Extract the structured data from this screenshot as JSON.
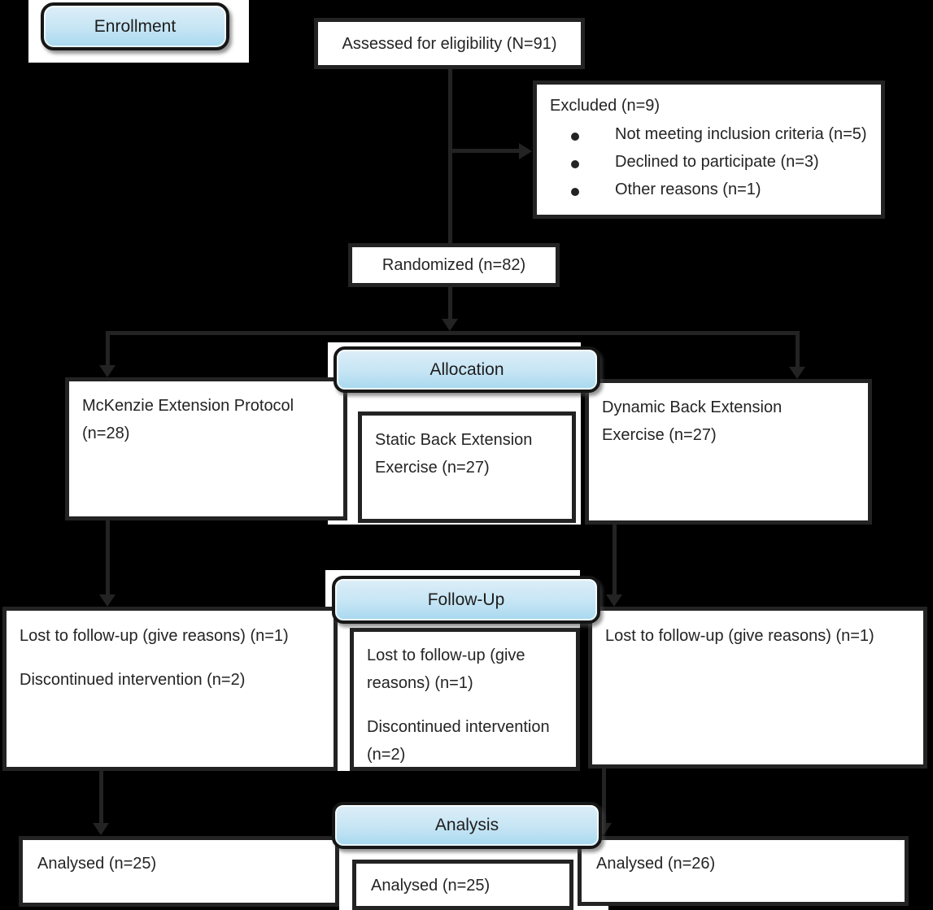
{
  "stages": {
    "enrollment": "Enrollment",
    "allocation": "Allocation",
    "followup": "Follow-Up",
    "analysis": "Analysis"
  },
  "enrollment": {
    "assessed": "Assessed for eligibility (N=91)",
    "excluded_title": "Excluded (n=9)",
    "excluded_bullets": [
      "Not meeting inclusion criteria (n=5)",
      "Declined to participate (n=3)",
      "Other reasons (n=1)"
    ],
    "randomized": "Randomized (n=82)"
  },
  "allocation": {
    "left_arm": "McKenzie Extension Protocol (n=28)",
    "middle_arm": "Static Back Extension Exercise (n=27)",
    "right_arm": "Dynamic Back Extension Exercise (n=27)"
  },
  "followup": {
    "left_lost": "Lost to follow-up (give reasons) (n=1)",
    "left_discontinued": "Discontinued intervention (n=2)",
    "middle_lost": "Lost to follow-up (give reasons) (n=1)",
    "middle_discontinued": "Discontinued intervention (n=2)",
    "right_lost": "Lost to follow-up (give reasons) (n=1)"
  },
  "analysis": {
    "left": "Analysed (n=25)",
    "middle": "Analysed (n=25)",
    "right": "Analysed (n=26)"
  },
  "colors": {
    "background": "#000000",
    "box_fill": "#ffffff",
    "border": "#232323",
    "text": "#242424",
    "badge_top": "#ddeef8",
    "badge_mid": "#c6e5f4",
    "badge_bottom": "#a7d8ef"
  }
}
